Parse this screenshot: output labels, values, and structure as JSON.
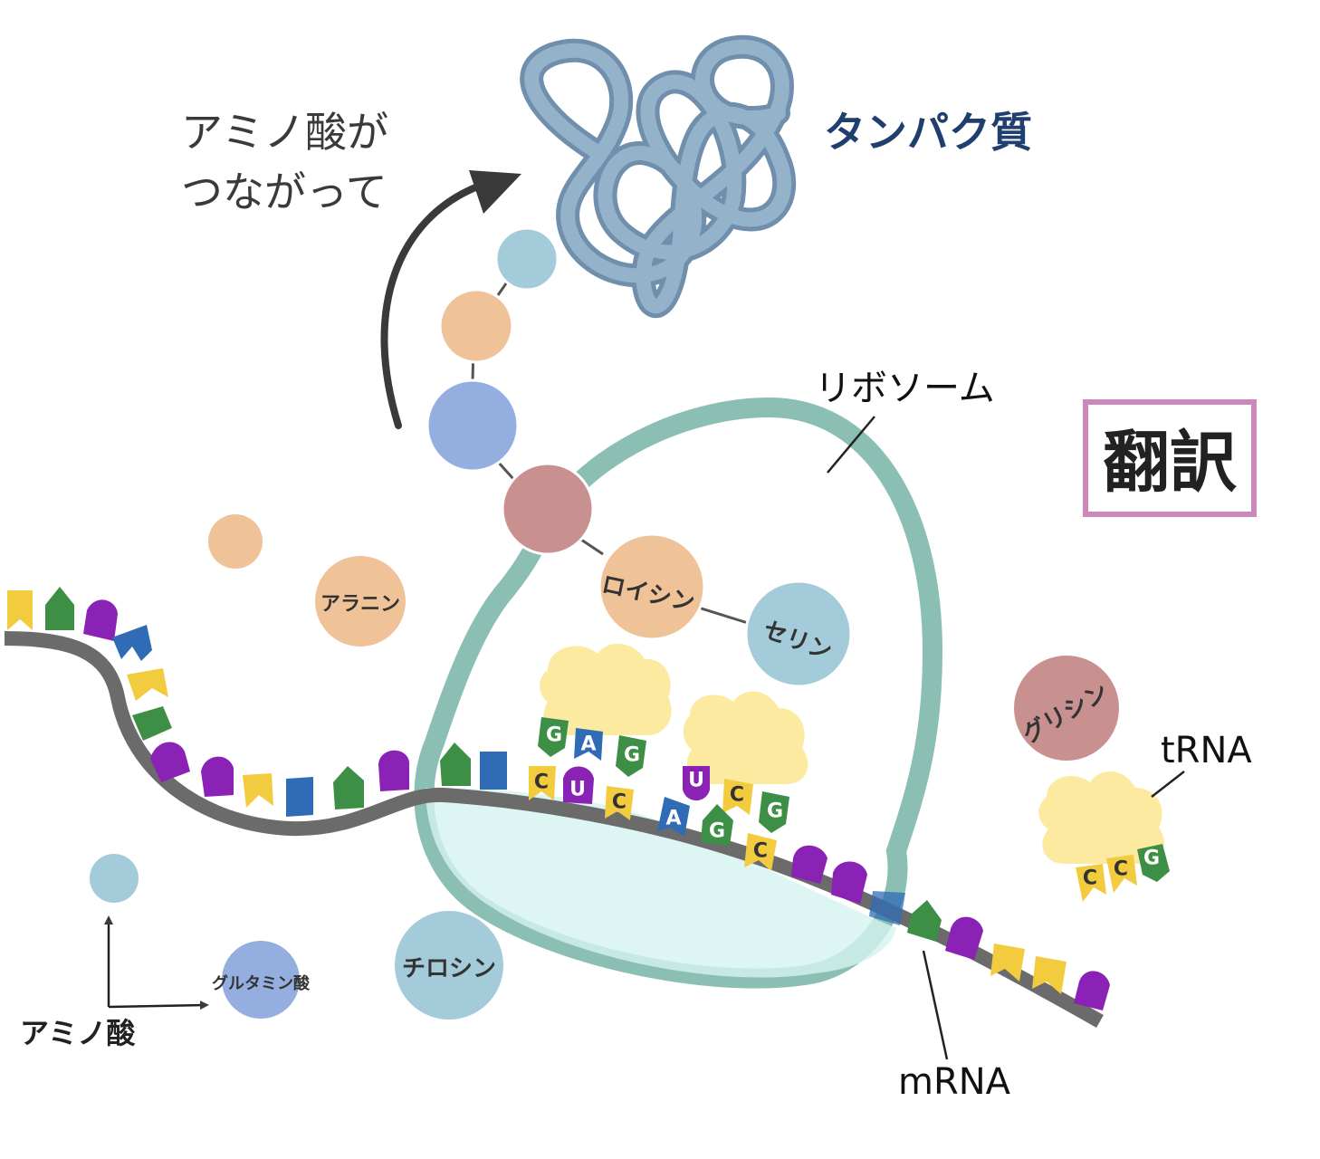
{
  "heading": {
    "line1": "アミノ酸が",
    "line2": "つながって"
  },
  "protein_label": "タンパク質",
  "ribosome_label": "リボソーム",
  "translation_label": "翻訳",
  "trna_label": "tRNA",
  "mrna_label": "mRNA",
  "amino_acid_legend": "アミノ酸",
  "amino_acids": {
    "alanine": "アラニン",
    "leucine": "ロイシン",
    "serine": "セリン",
    "glycine": "グリシン",
    "tyrosine": "チロシン",
    "glutamic_acid": "グルタミン酸"
  },
  "codons": {
    "trna1": [
      "G",
      "A",
      "G"
    ],
    "mrna1": [
      "C",
      "U",
      "C"
    ],
    "trna2": [
      "U",
      "C",
      "G"
    ],
    "mrna2": [
      "A",
      "G",
      "C"
    ],
    "trna3": [
      "C",
      "C",
      "G"
    ]
  },
  "colors": {
    "heading_text": "#3a3a3a",
    "protein_label": "#1f3f6e",
    "protein_chain": "#84a3c0",
    "ribosome": "#8cbfb3",
    "translation_box": "#cc88bb",
    "mrna_backbone": "#6b6b6b",
    "trna_body": "#fbeaa0",
    "base_green": "#3d8f45",
    "base_purple": "#8a22b5",
    "base_blue": "#2f6cb5",
    "base_yellow": "#f2cc3e",
    "amino_orange": "#f0c297",
    "amino_lightblue": "#a3cbd9",
    "amino_periwinkle": "#95aee0",
    "amino_rose": "#c99090"
  }
}
